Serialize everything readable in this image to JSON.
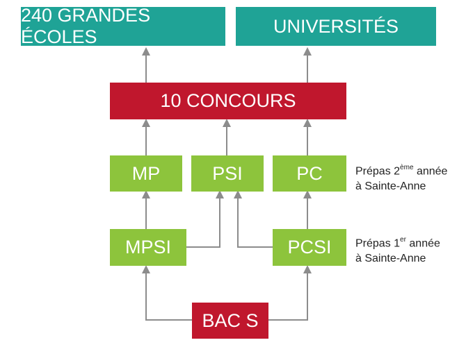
{
  "top": {
    "left_label": "240 GRANDES ÉCOLES",
    "right_label": "UNIVERSITÉS"
  },
  "concours": {
    "label": "10 CONCOURS"
  },
  "year2": {
    "mp": "MP",
    "psi": "PSI",
    "pc": "PC"
  },
  "year1": {
    "mpsi": "MPSI",
    "pcsi": "PCSI"
  },
  "bac": {
    "label": "BAC S"
  },
  "notes": {
    "year2": {
      "prefix": "Prépas 2",
      "sup": "ème",
      "suffix": " année",
      "line2": "à Sainte-Anne"
    },
    "year1": {
      "prefix": "Prépas 1",
      "sup": "er",
      "suffix": " année",
      "line2": "à Sainte-Anne"
    }
  },
  "colors": {
    "teal": "#1fa396",
    "red": "#c0172d",
    "green": "#8dc43c",
    "connector": "#8c8c8c"
  }
}
